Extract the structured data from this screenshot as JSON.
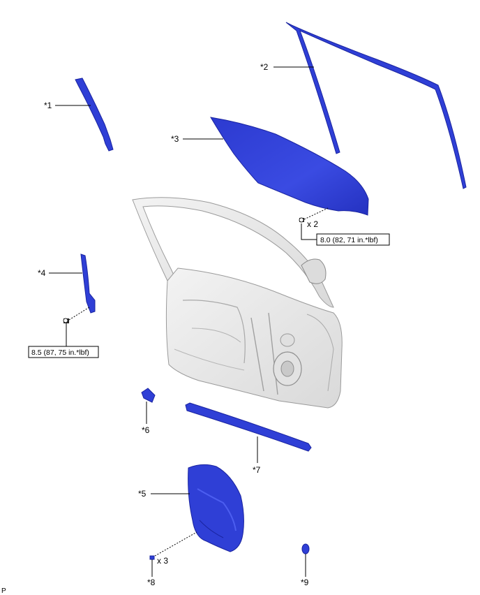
{
  "callouts": {
    "c1": "*1",
    "c2": "*2",
    "c3": "*3",
    "c4": "*4",
    "c5": "*5",
    "c6": "*6",
    "c7": "*7",
    "c8": "*8",
    "c9": "*9"
  },
  "quantities": {
    "window_bolts": "x 2",
    "service_hole_clips": "x 3"
  },
  "torque_specs": {
    "window_glass": "8.0 (82, 71 in.*lbf)",
    "rear_sash": "8.5 (87, 75 in.*lbf)"
  },
  "corner_mark": "P",
  "colors": {
    "part_blue": "#2f3fd6",
    "door_gray": "#e6e6e6"
  }
}
